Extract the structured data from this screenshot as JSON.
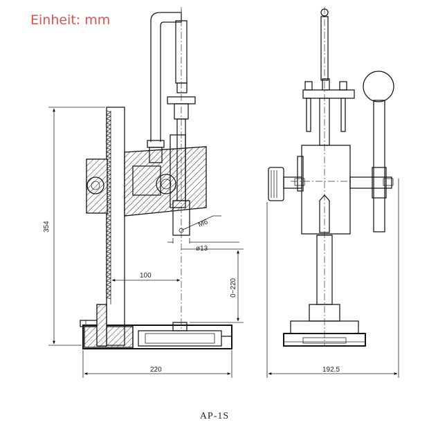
{
  "unit_label": "Einheit: mm",
  "caption": "AP-1S",
  "dimensions": {
    "height_total": "354",
    "arm_reach": "100",
    "stroke_range": "0~220",
    "thread": "M6",
    "shaft_diameter": "ø13",
    "base_width": "220",
    "side_width": "192.5"
  }
}
